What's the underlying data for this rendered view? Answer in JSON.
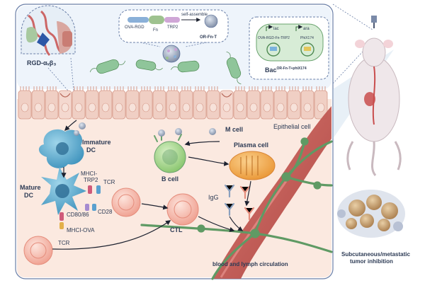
{
  "labels": {
    "rgd_integrin": "RGD-αᵥβ₃",
    "ova_rgd": "OVA-RGD",
    "fn": "Fn",
    "trp2": "TRP2",
    "self_assemble": "self-assemble",
    "or_fn_t": "OR-Fn-T",
    "lac": "lac",
    "ara": "ara",
    "plasmid_cassette": "OVA-RGD-Fn-TRP2",
    "phix174": "PhiX174",
    "bac_main": "Bac",
    "bac_sup": "OR-Fn-T+phiX174",
    "m_cell": "M cell",
    "epithelial_cell": "Epithelial cell",
    "immature_dc_l1": "Immature",
    "immature_dc_l2": "DC",
    "mature_dc_l1": "Mature",
    "mature_dc_l2": "DC",
    "mhci_trp2_l1": "MHCI-",
    "mhci_trp2_l2": "TRP2",
    "tcr_top": "TCR",
    "cd80_86": "CD80/86",
    "cd28": "CD28",
    "mhci_ova": "MHCI-OVA",
    "tcr_bottom": "TCR",
    "b_cell": "B cell",
    "plasma_cell": "Plasma cell",
    "igg": "IgG",
    "ctl": "CTL",
    "circulation": "blood and lymph circulation",
    "tumor_l1": "Subcutaneous/metastatic",
    "tumor_l2": "tumor inhibition"
  },
  "colors": {
    "epithelium": "#f0cfc4",
    "tissue_bg": "#fbe9e0",
    "panel_outline": "#5a6f9a",
    "vessel": "#c9564f",
    "lymph": "#5f9a64",
    "dc": "#67b4d4",
    "b_cell": "#a5d58c",
    "plasma": "#f1a54d",
    "t_cell": "#f6c0b5",
    "bacteria": "#8fc59a",
    "tumor": "#c9a372"
  }
}
